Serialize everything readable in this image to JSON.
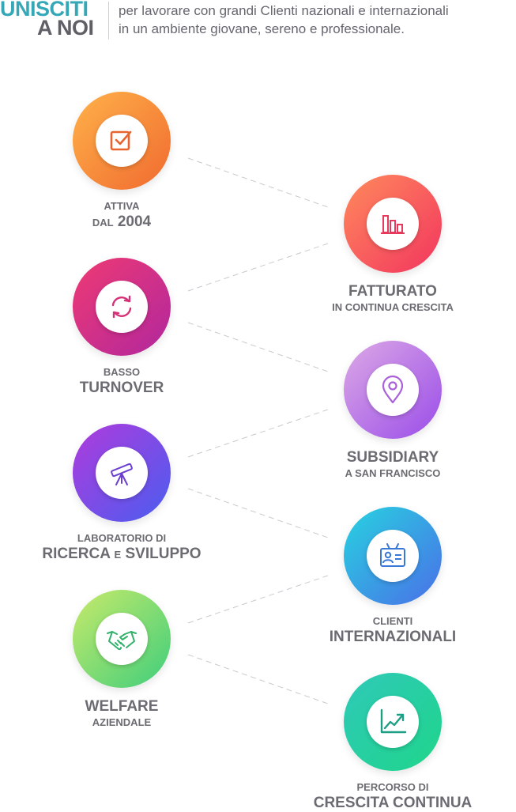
{
  "header": {
    "title_line1": "UNISCITI",
    "title_line2": "A NOI",
    "tagline_line1": "per lavorare con grandi Clienti nazionali e internazionali",
    "tagline_line2": "in un ambiente giovane, sereno e professionale."
  },
  "colors": {
    "title_accent": "#35a8b7",
    "title_dark": "#5f5f66",
    "label_text": "#6b6b72"
  },
  "features": [
    {
      "icon": "checkbox-icon",
      "gradient": [
        "#ffb24a",
        "#f06a2f"
      ],
      "icon_color": "#e8642e",
      "label_small": "ATTIVA",
      "label_prefix": "DAL",
      "label_big": "2004"
    },
    {
      "icon": "bar-chart-icon",
      "gradient": [
        "#ff8a5c",
        "#f2355f"
      ],
      "icon_color": "#e6395b",
      "label_big": "FATTURATO",
      "label_small": "IN CONTINUA CRESCITA"
    },
    {
      "icon": "refresh-icon",
      "gradient": [
        "#ef3a73",
        "#b1279e"
      ],
      "icon_color": "#d63178",
      "label_small": "BASSO",
      "label_big": "TURNOVER"
    },
    {
      "icon": "location-pin-icon",
      "gradient": [
        "#dca9e6",
        "#9a4de8"
      ],
      "icon_color": "#a961d9",
      "label_big": "SUBSIDIARY",
      "label_small": "A SAN FRANCISCO"
    },
    {
      "icon": "telescope-icon",
      "gradient": [
        "#b03bdc",
        "#4a5df0"
      ],
      "icon_color": "#6b3fcf",
      "label_small": "LABORATORIO DI",
      "label_big_1": "RICERCA",
      "label_join": "E",
      "label_big_2": "SVILUPPO"
    },
    {
      "icon": "id-card-icon",
      "gradient": [
        "#27d3e0",
        "#4a6fe8"
      ],
      "icon_color": "#3a78d8",
      "label_small": "CLIENTI",
      "label_big": "INTERNAZIONALI"
    },
    {
      "icon": "handshake-icon",
      "gradient": [
        "#c8ea6a",
        "#3fce7c"
      ],
      "icon_color": "#32b26c",
      "label_big": "WELFARE",
      "label_small": "AZIENDALE"
    },
    {
      "icon": "growth-chart-icon",
      "gradient": [
        "#2fc9b9",
        "#1fd58a"
      ],
      "icon_color": "#1c9f84",
      "label_small": "PERCORSO DI",
      "label_big": "CRESCITA CONTINUA"
    }
  ]
}
